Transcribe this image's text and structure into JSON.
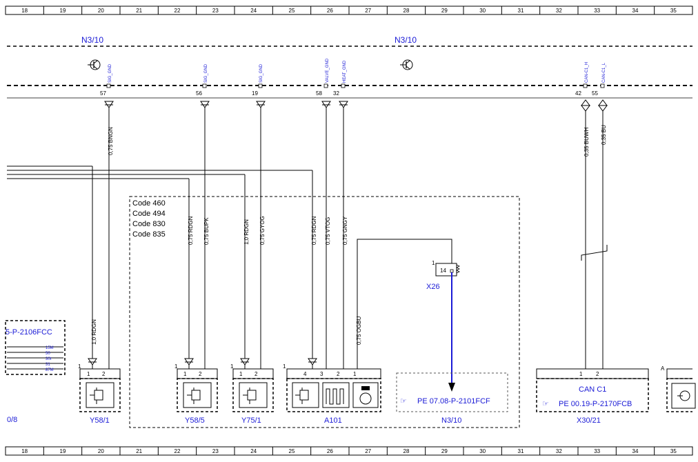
{
  "ruler": {
    "columns": [
      "18",
      "19",
      "20",
      "21",
      "22",
      "23",
      "24",
      "25",
      "26",
      "27",
      "28",
      "29",
      "30",
      "31",
      "32",
      "33",
      "34",
      "35"
    ]
  },
  "modules": {
    "n3_10_left": "N3/10",
    "n3_10_right": "N3/10"
  },
  "signals": {
    "sig_gnd_1": "SIG_GND",
    "sig_gnd_2": "SIG_GND",
    "sig_gnd_3": "SIG_GND",
    "valve_gnd": "VALVE_GND",
    "heat_gnd": "HEAT_GND",
    "can_c1_h": "CAN-C1_H",
    "can_c1_l": "CAN-C1_L"
  },
  "pins": {
    "p57": "57",
    "p56": "56",
    "p19": "19",
    "p58": "58",
    "p32": "32",
    "p42": "42",
    "p55": "55"
  },
  "wires": {
    "w1": "0,75 BNGN",
    "w2": "0,35 BUWH",
    "w3": "0,35 BU",
    "w4": "0,75 RDGN",
    "w5": "0,75 BUPK",
    "w6": "1,0 RDGN",
    "w7": "0,75 GYOG",
    "w8": "0,75 RDGN",
    "w9": "0,75 VTOG",
    "w10": "0,75 GNGY",
    "w11": "1,0 RDGN",
    "w12": "0,75 OGBU"
  },
  "codes": [
    "Code 460",
    "Code 494",
    "Code 830",
    "Code 835"
  ],
  "connector_x26": {
    "label": "X26",
    "pin": "14",
    "side": "1"
  },
  "left_ref": {
    "text": "5-P-2106FCC",
    "terminals": [
      "15M",
      "50",
      "30t",
      "31",
      "87M"
    ],
    "bottom": "0/8"
  },
  "components": {
    "y58_1": "Y58/1",
    "y58_5": "Y58/5",
    "y75_1": "Y75/1",
    "a101": "A101",
    "n3_10": "N3/10",
    "x30_21": "X30/21"
  },
  "refs": {
    "pe_n3": "PE 07.08-P-2101FCF",
    "can_title": "CAN C1",
    "pe_can": "PE 00.19-P-2170FCB",
    "a_label": "A"
  },
  "comp_pins": {
    "one": "1",
    "two": "2",
    "three": "3",
    "four": "4"
  }
}
